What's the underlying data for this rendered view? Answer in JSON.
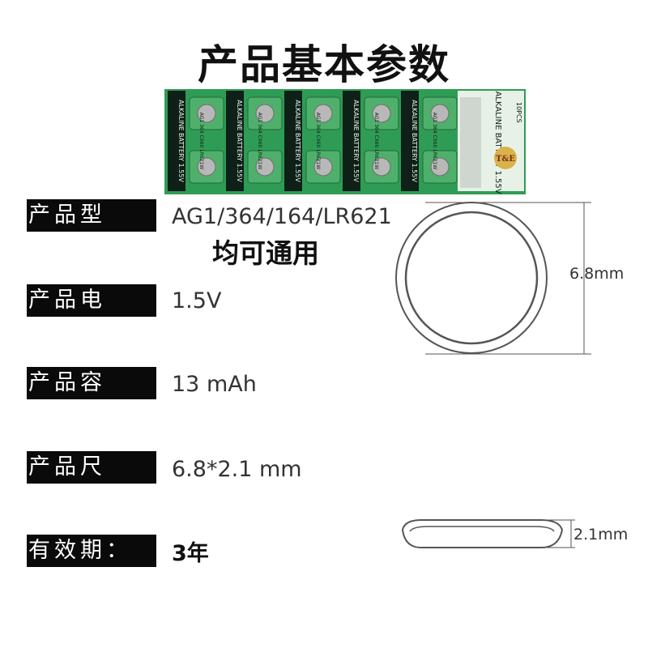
{
  "title": "产品基本参数",
  "package": {
    "strip_text": "ALKALINE BATTERY 1.55V",
    "cell_codes": [
      "AG1",
      "364",
      "CX60",
      "LR621W"
    ],
    "count_label": "10PCS",
    "brand": "T&E",
    "colors": {
      "green": "#2f9c55",
      "dark": "#0e2018",
      "cell": "#b8b8b8"
    }
  },
  "specs": [
    {
      "label": "产品型号：",
      "value": "AG1/364/164/LR621"
    },
    {
      "label": "产品电压：",
      "value": "1.5V"
    },
    {
      "label": "产品容量：",
      "value": "13 mAh"
    },
    {
      "label": "产品尺寸：",
      "value": "6.8*2.1 mm"
    },
    {
      "label": "有效期：",
      "value": "3年"
    }
  ],
  "model_note": "均可通用",
  "dimensions": {
    "diameter": "6.8mm",
    "thickness": "2.1mm"
  }
}
